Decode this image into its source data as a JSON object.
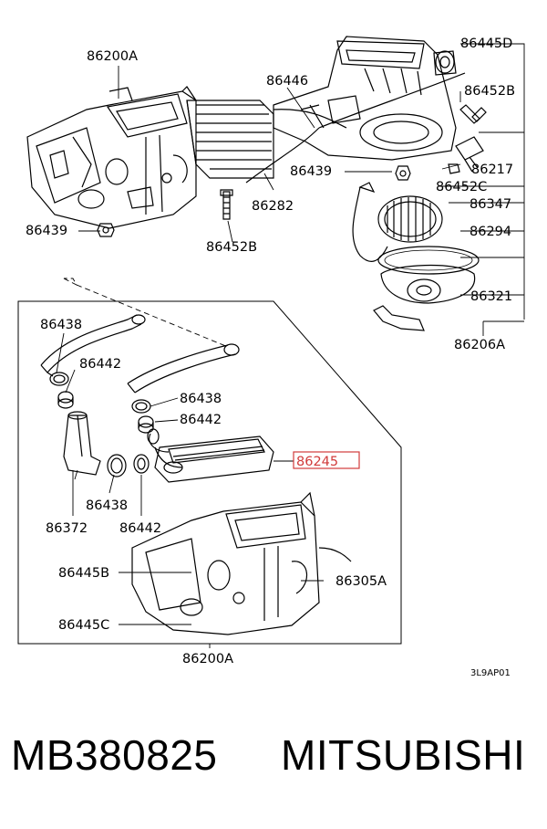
{
  "diagram": {
    "labels": {
      "l86200A_top": "86200A",
      "l86446": "86446",
      "l86445D": "86445D",
      "l86452B_right": "86452B",
      "l86439_mid": "86439",
      "l86217": "86217",
      "l86452C": "86452C",
      "l86282": "86282",
      "l86347": "86347",
      "l86439_left": "86439",
      "l86294": "86294",
      "l86452B_lower": "86452B",
      "l86321": "86321",
      "l86206A": "86206A",
      "l86438_a": "86438",
      "l86442_a": "86442",
      "l86438_b": "86438",
      "l86442_b": "86442",
      "l86245": "86245",
      "l86438_c": "86438",
      "l86372": "86372",
      "l86442_c": "86442",
      "l86445B": "86445B",
      "l86305A": "86305A",
      "l86445C": "86445C",
      "l86200A_bottom": "86200A",
      "code": "3L9AP01"
    },
    "highlight_color": "#d13b3b"
  },
  "footer": {
    "part_number": "MB380825",
    "maker": "MITSUBISHI"
  }
}
